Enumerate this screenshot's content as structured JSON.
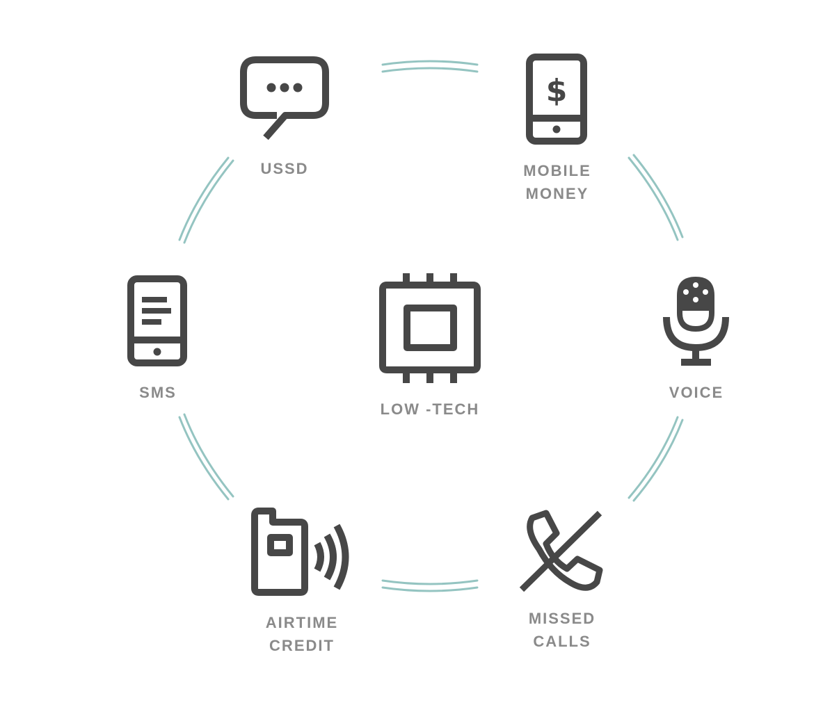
{
  "center": {
    "label": "LOW -TECH",
    "icon": "chip-icon"
  },
  "nodes": [
    {
      "id": "ussd",
      "lines": [
        "USSD"
      ],
      "icon": "chat-bubble-icon"
    },
    {
      "id": "mobile-money",
      "lines": [
        "MOBILE",
        "MONEY"
      ],
      "icon": "phone-dollar-icon"
    },
    {
      "id": "voice",
      "lines": [
        "VOICE"
      ],
      "icon": "microphone-icon"
    },
    {
      "id": "missed-calls",
      "lines": [
        "MISSED",
        "CALLS"
      ],
      "icon": "phone-slash-icon"
    },
    {
      "id": "airtime-credit",
      "lines": [
        "AIRTIME",
        "CREDIT"
      ],
      "icon": "feature-phone-signal-icon"
    },
    {
      "id": "sms",
      "lines": [
        "SMS"
      ],
      "icon": "smartphone-text-icon"
    }
  ],
  "colors": {
    "icon": "#474747",
    "label": "#8a8a8a",
    "ring": "#94c4c1"
  }
}
